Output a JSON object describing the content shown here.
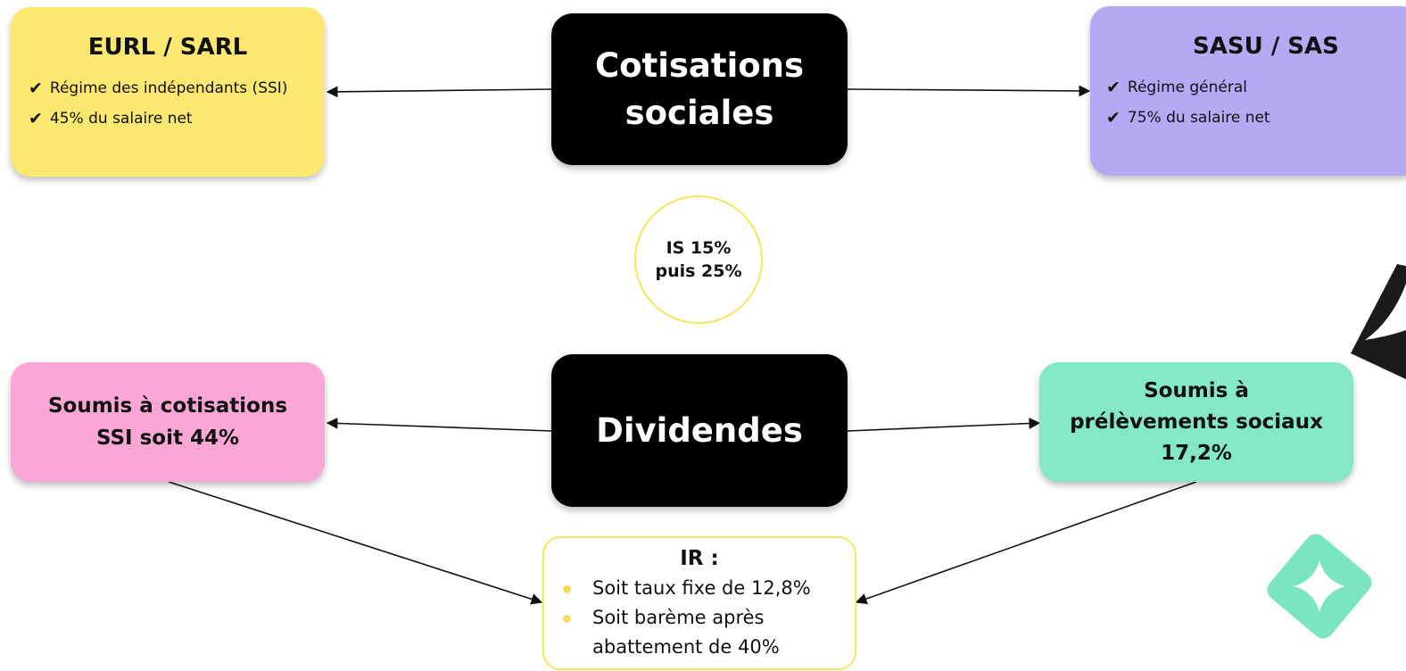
{
  "colors": {
    "yellow": "#fbe870",
    "purple": "#b4aaf4",
    "pink": "#fba7d6",
    "mint": "#84e8c4",
    "black": "#000000",
    "outline_yellow": "#f7e35c",
    "star_mint": "#79e5c2",
    "star_dark": "#1b1b1b"
  },
  "diagram": {
    "cotisations": {
      "line1": "Cotisations",
      "line2": "sociales"
    },
    "dividendes": {
      "label": "Dividendes"
    },
    "eurl": {
      "title": "EURL / SARL",
      "items": [
        {
          "check": "✔",
          "text": "Régime des indépendants (SSI)"
        },
        {
          "check": "✔",
          "text": "45% du salaire net"
        }
      ]
    },
    "sasu": {
      "title": "SASU / SAS",
      "items": [
        {
          "check": "✔",
          "text": "Régime général"
        },
        {
          "check": "✔",
          "text": "75% du salaire net"
        }
      ]
    },
    "is_circle": {
      "line1": "IS 15%",
      "line2": "puis 25%"
    },
    "ssi_box": {
      "line1": "Soumis à cotisations",
      "line2": "SSI soit 44%"
    },
    "prelevements_box": {
      "line1": "Soumis à",
      "line2": "prélèvements sociaux",
      "line3": "17,2%"
    },
    "ir_box": {
      "title": "IR :",
      "bullets": [
        "Soit taux fixe de 12,8%",
        "Soit barème après",
        "abattement de 40%"
      ]
    },
    "decorations": {
      "star_icon": "sparkle-star-icon"
    }
  }
}
